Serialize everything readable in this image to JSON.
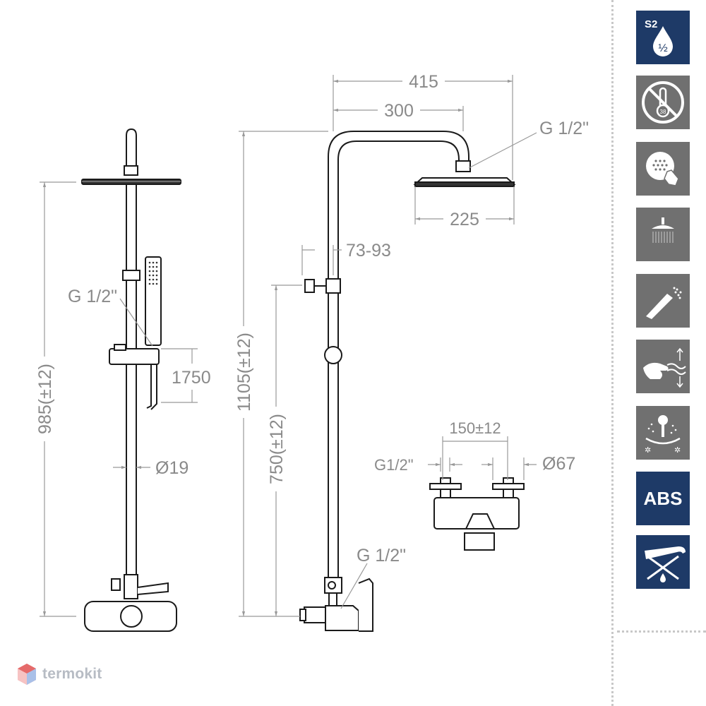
{
  "dimensions": {
    "width_415": "415",
    "width_300": "300",
    "thread_top": "G 1/2\"",
    "head_225": "225",
    "holder_73_93": "73-93",
    "side_thread": "G 1/2\"",
    "hose_1750": "1750",
    "height_985": "985(±12)",
    "height_1105": "1105(±12)",
    "height_750": "750(±12)",
    "pipe_d19": "Ø19",
    "center_150": "150±12",
    "inlet_thread": "G1/2\"",
    "escutcheon_d67": "Ø67",
    "bottom_thread": "G 1/2\""
  },
  "badges": [
    {
      "icon": "s2-water-icon",
      "label": "S2",
      "sub": "½",
      "bg": "#1e3a67"
    },
    {
      "icon": "no-thermostat-icon",
      "label": "38",
      "bg": "#707070"
    },
    {
      "icon": "easy-clean-nozzles-icon",
      "bg": "#707070"
    },
    {
      "icon": "rain-shower-icon",
      "bg": "#707070"
    },
    {
      "icon": "hand-shower-spray-icon",
      "bg": "#707070"
    },
    {
      "icon": "hand-water-flow-icon",
      "bg": "#707070"
    },
    {
      "icon": "hot-cold-mixer-icon",
      "bg": "#707070"
    },
    {
      "icon": "abs-material-icon",
      "label": "ABS",
      "bg": "#1e3a67"
    },
    {
      "icon": "no-spout-icon",
      "bg": "#1e3a67"
    }
  ],
  "logo": {
    "text": "termokit",
    "icon": "termokit-logo-icon"
  }
}
